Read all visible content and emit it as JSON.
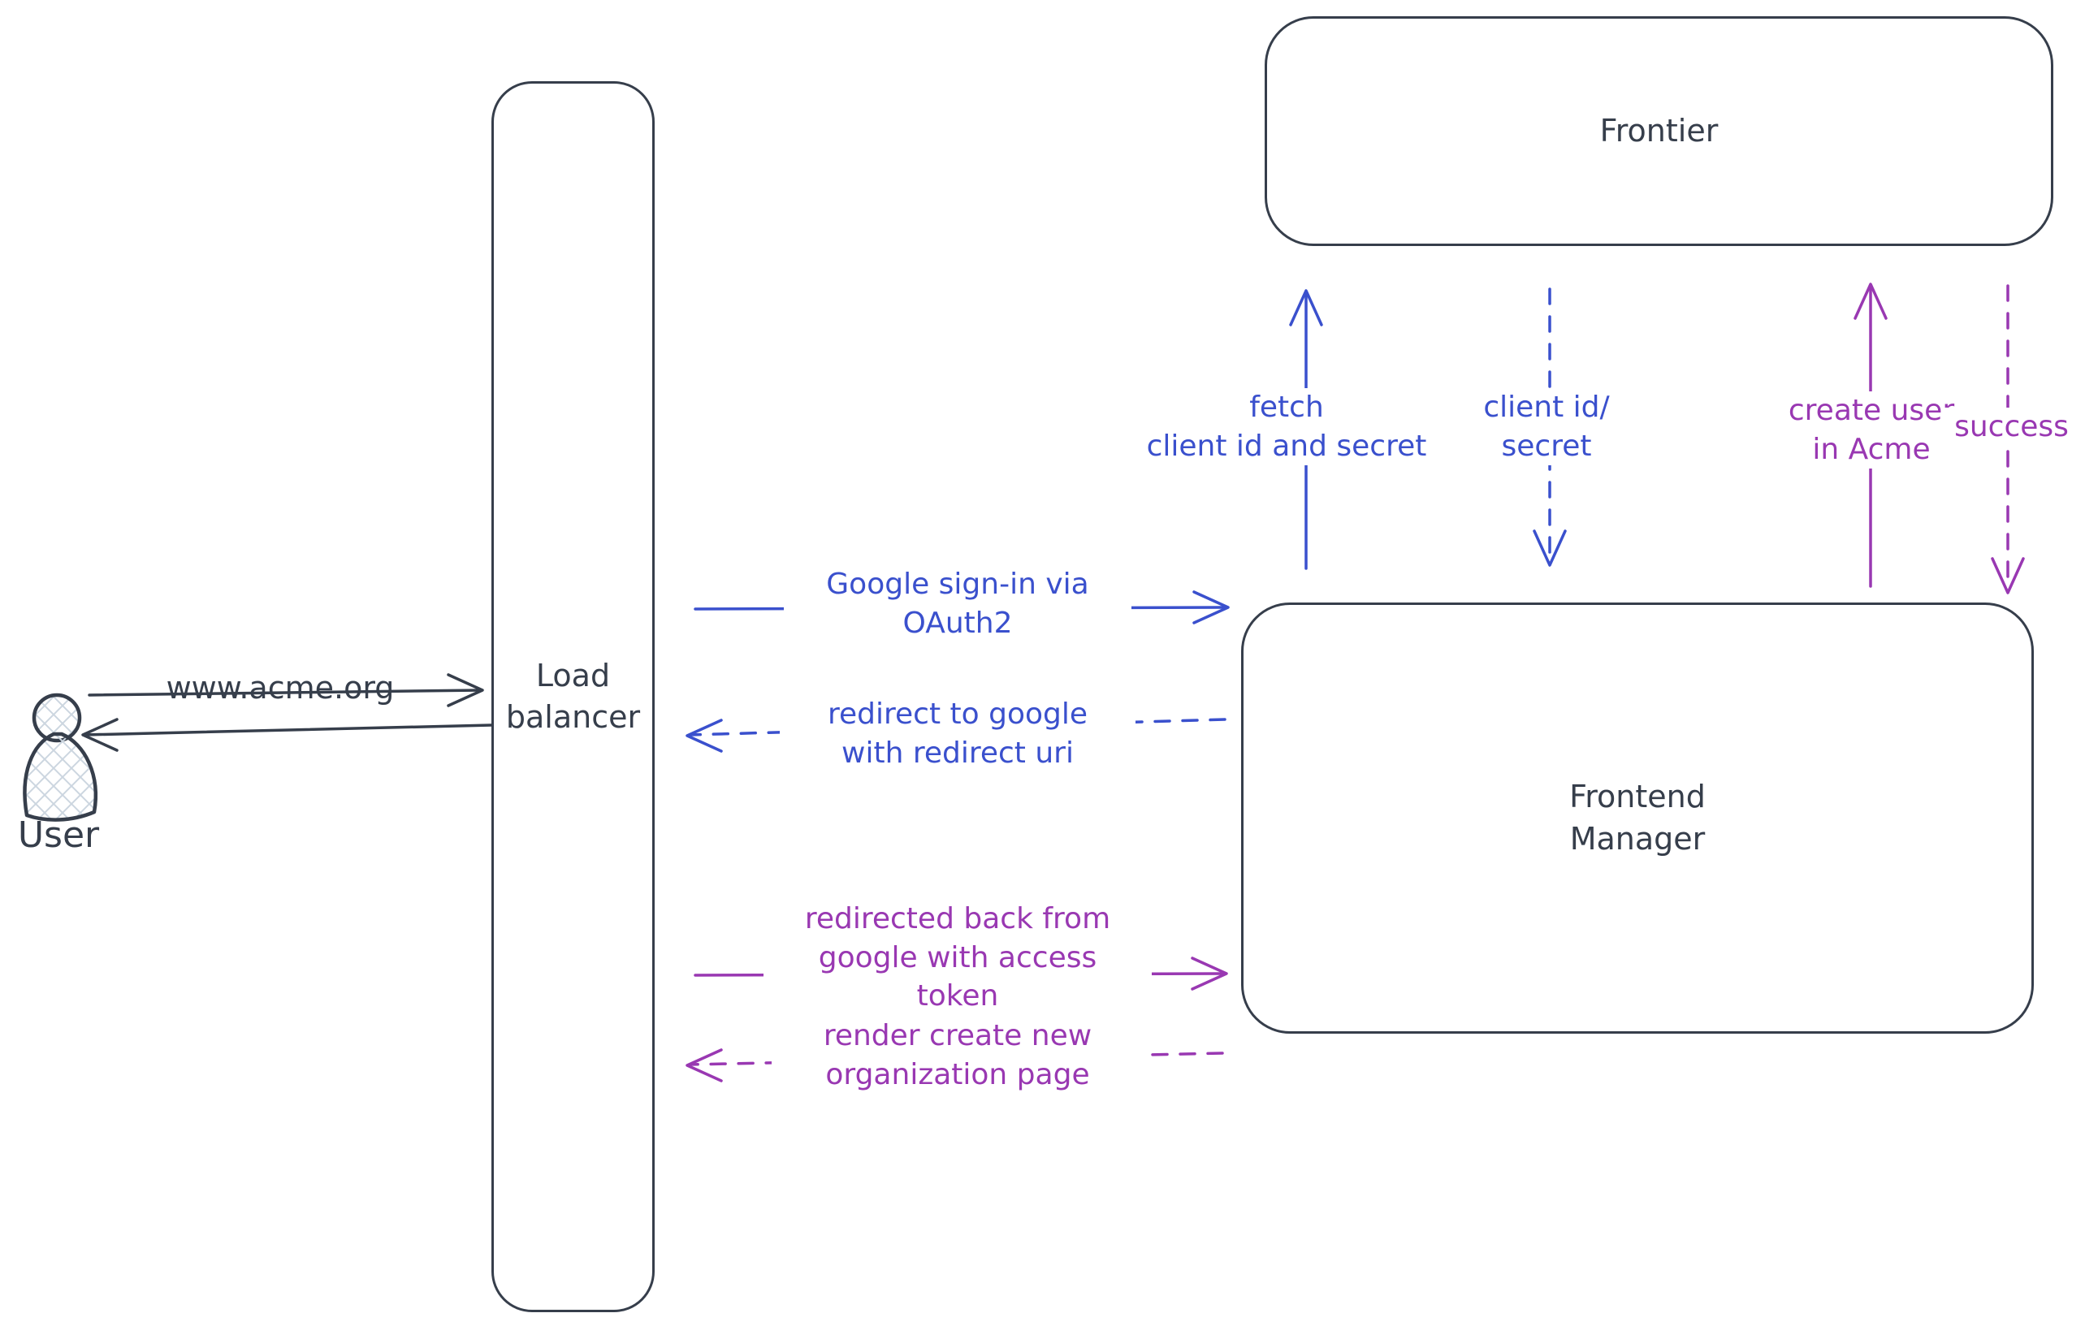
{
  "colors": {
    "background": "#ffffff",
    "dark": "#363e4b",
    "blue": "#3a50cd",
    "purple": "#9938b2",
    "hatch": "#ccd6e0"
  },
  "nodes": {
    "user": {
      "label": "User",
      "type": "actor"
    },
    "load_balancer": {
      "label": "Load\nbalancer",
      "type": "box"
    },
    "frontier": {
      "label": "Frontier",
      "type": "box"
    },
    "frontend_manager": {
      "label": "Frontend\nManager",
      "type": "box"
    }
  },
  "edges": {
    "www_acme": {
      "label": "www.acme.org",
      "from": "user",
      "to": "load_balancer",
      "style": "solid",
      "color": "dark",
      "direction": "right"
    },
    "response_to_user": {
      "label": "",
      "from": "load_balancer",
      "to": "user",
      "style": "solid",
      "color": "dark",
      "direction": "left"
    },
    "google_signin": {
      "label": "Google sign-in via\nOAuth2",
      "from": "load_balancer",
      "to": "frontend_manager",
      "style": "solid",
      "color": "blue",
      "direction": "right"
    },
    "redirect_google": {
      "label": "redirect to google\nwith redirect uri",
      "from": "frontend_manager",
      "to": "load_balancer",
      "style": "dashed",
      "color": "blue",
      "direction": "left"
    },
    "fetch_client": {
      "label": "fetch\nclient id and secret",
      "from": "frontend_manager",
      "to": "frontier",
      "style": "solid",
      "color": "blue",
      "direction": "up"
    },
    "client_id_secret": {
      "label": "client id/\nsecret",
      "from": "frontier",
      "to": "frontend_manager",
      "style": "dashed",
      "color": "blue",
      "direction": "down"
    },
    "create_user": {
      "label": "create user\nin Acme",
      "from": "frontend_manager",
      "to": "frontier",
      "style": "solid",
      "color": "purple",
      "direction": "up"
    },
    "success": {
      "label": "success",
      "from": "frontier",
      "to": "frontend_manager",
      "style": "dashed",
      "color": "purple",
      "direction": "down"
    },
    "redirected_back": {
      "label": "redirected back from\ngoogle with access\ntoken",
      "from": "load_balancer",
      "to": "frontend_manager",
      "style": "solid",
      "color": "purple",
      "direction": "right"
    },
    "render_org_page": {
      "label": "render create new\norganization page",
      "from": "frontend_manager",
      "to": "load_balancer",
      "style": "dashed",
      "color": "purple",
      "direction": "left"
    }
  }
}
